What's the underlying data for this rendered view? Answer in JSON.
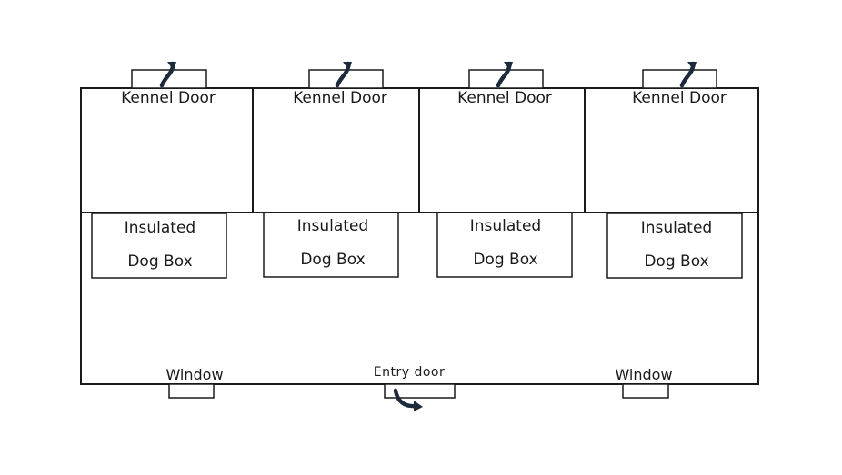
{
  "kennels": [
    {
      "door_label": "Kennel Door",
      "box_line1": "Insulated",
      "box_line2": "Dog Box"
    },
    {
      "door_label": "Kennel Door",
      "box_line1": "Insulated",
      "box_line2": "Dog Box"
    },
    {
      "door_label": "Kennel Door",
      "box_line1": "Insulated",
      "box_line2": "Dog Box"
    },
    {
      "door_label": "Kennel Door",
      "box_line1": "Insulated",
      "box_line2": "Dog Box"
    }
  ],
  "windows": {
    "left_label": "Window",
    "right_label": "Window"
  },
  "entry_door": {
    "label": "Entry door"
  },
  "colors": {
    "line": "#1a1a1a",
    "arrow": "#1c2a3c",
    "background": "#ffffff"
  },
  "icons": {
    "door_swing": "curved-arrow-icon"
  }
}
